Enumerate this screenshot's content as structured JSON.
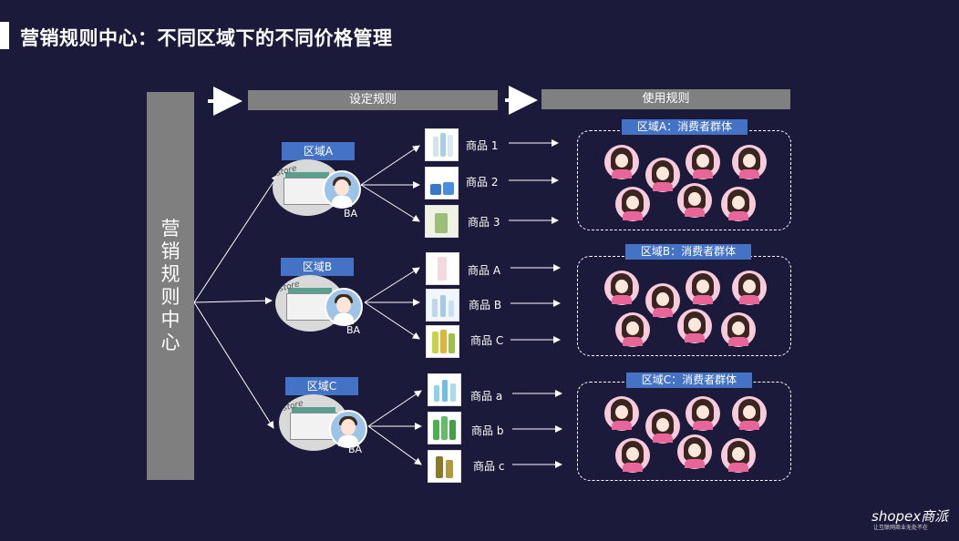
{
  "title": "营销规则中心：不同区域下的不同价格管理",
  "center": {
    "label": "营销规则中心"
  },
  "headers": {
    "set_rules": "设定规则",
    "use_rules": "使用规则"
  },
  "regions": [
    {
      "label": "区域A",
      "ba": "BA",
      "products": [
        "商品 1",
        "商品 2",
        "商品 3"
      ],
      "group_label": "区域A：消费者群体"
    },
    {
      "label": "区域B",
      "ba": "BA",
      "products": [
        "商品 A",
        "商品 B",
        "商品 C"
      ],
      "group_label": "区域B：消费者群体"
    },
    {
      "label": "区域C",
      "ba": "BA",
      "products": [
        "商品 a",
        "商品 b",
        "商品 c"
      ],
      "group_label": "区域C：消费者群体"
    }
  ],
  "store_sign": "store",
  "logo": {
    "text": "shopex商派",
    "tagline": "让互联网商业无处不在"
  }
}
